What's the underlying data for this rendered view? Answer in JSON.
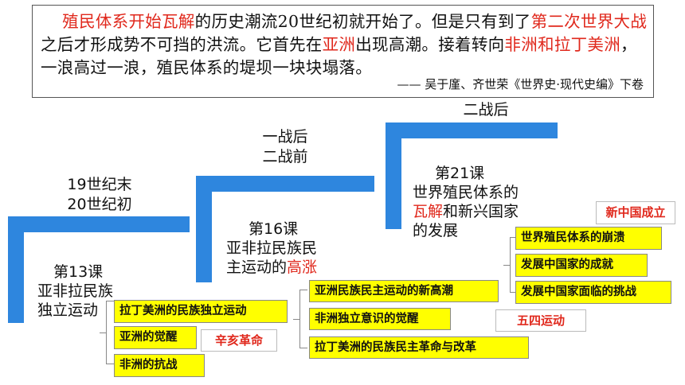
{
  "quote": {
    "p1": "殖民体系开始瓦解",
    "p2": "的历史潮流20世纪初就开始了。但是只有到了",
    "p3": "第二次世界大战",
    "p4": "之后才形成势不可挡的洪流。它首先在",
    "p5": "亚洲",
    "p6": "出现高潮。接着转向",
    "p7": "非洲和拉丁美洲",
    "p8": "，一浪高过一浪，殖民体系的堤坝一块块塌落。",
    "source": "—— 吴于廑、齐世荣《世界史·现代史编》下卷"
  },
  "periods": {
    "p1_line1": "19世纪末",
    "p1_line2": "20世纪初",
    "p2_line1": "一战后",
    "p2_line2": "二战前",
    "p3": "二战后"
  },
  "lessons": {
    "l13": {
      "num": "第13课",
      "line1": "亚非拉民族",
      "line2": "独立运动"
    },
    "l16": {
      "num": "第16课",
      "line1": "亚非拉民族民",
      "line2a": "主运动的",
      "line2b": "高涨"
    },
    "l21": {
      "num": "第21课",
      "line1": "世界殖民体系的",
      "line2a": "瓦解",
      "line2b": "和新兴国家",
      "line3": "的发展"
    }
  },
  "topics13": [
    "拉丁美洲的民族独立运动",
    "亚洲的觉醒",
    "非洲的抗战"
  ],
  "topics16": [
    "亚洲民族民主运动的新高潮",
    "非洲独立意识的觉醒",
    "拉丁美洲的民族民主革命与改革"
  ],
  "topics21": [
    "世界殖民体系的崩溃",
    "发展中国家的成就",
    "发展中国家面临的挑战"
  ],
  "events": {
    "xinhai": "辛亥革命",
    "wusi": "五四运动",
    "prc": "新中国成立"
  },
  "colors": {
    "stair": "#2e86de",
    "highlight_box": "#ffff00",
    "accent_red": "#e0281c"
  }
}
